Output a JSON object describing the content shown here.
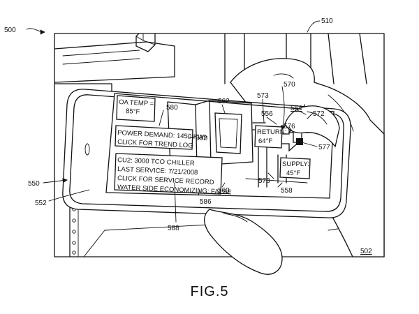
{
  "figure": {
    "caption": "FIG.5",
    "refs": {
      "r500": "500",
      "r510": "510",
      "r502": "502",
      "r550": "550",
      "r552": "552",
      "r560": "560",
      "r562": "562",
      "r570": "570",
      "r572": "572",
      "r573": "573",
      "r554": "554",
      "r556": "556",
      "r576": "576",
      "r577": "577",
      "r578": "578",
      "r558": "558",
      "r580": "580",
      "r582": "582",
      "r586": "586",
      "r588": "588"
    },
    "overlay": {
      "oa_temp_label": "OA TEMP =",
      "oa_temp_value": "85°F",
      "power_demand": "POWER DEMAND: 1450 KWh",
      "trend_log": "CLICK FOR TREND LOG",
      "chiller_name": "CU2: 3000 TCO CHILLER",
      "last_service": "LAST SERVICE: 7/21/2008",
      "service_record": "CLICK FOR SERVICE RECORD",
      "economizing": "WATER SIDE ECONOMIZING: FALSE",
      "return_label": "RETURN:",
      "return_value": "64°F",
      "supply_label": "SUPPLY:",
      "supply_value": "45°F"
    }
  }
}
